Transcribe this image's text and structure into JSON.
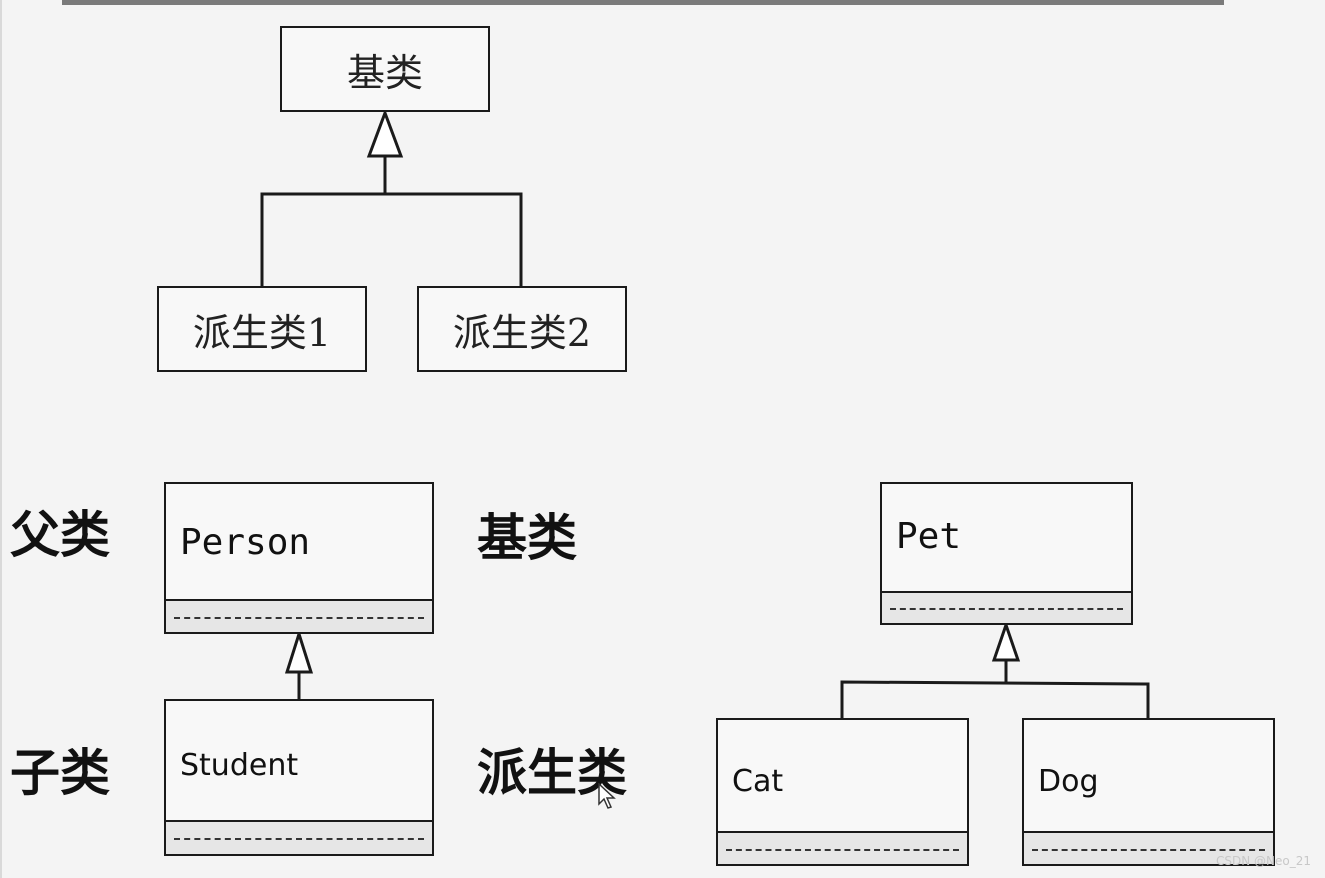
{
  "top_diagram": {
    "base_class": "基类",
    "derived_1": "派生类1",
    "derived_2": "派生类2"
  },
  "left_diagram": {
    "label_parent": "父类",
    "label_child": "子类",
    "label_base": "基类",
    "label_derived": "派生类",
    "parent_class": "Person",
    "child_class": "Student"
  },
  "right_diagram": {
    "parent_class": "Pet",
    "child_1": "Cat",
    "child_2": "Dog"
  },
  "watermark": "CSDN @Neo_21"
}
